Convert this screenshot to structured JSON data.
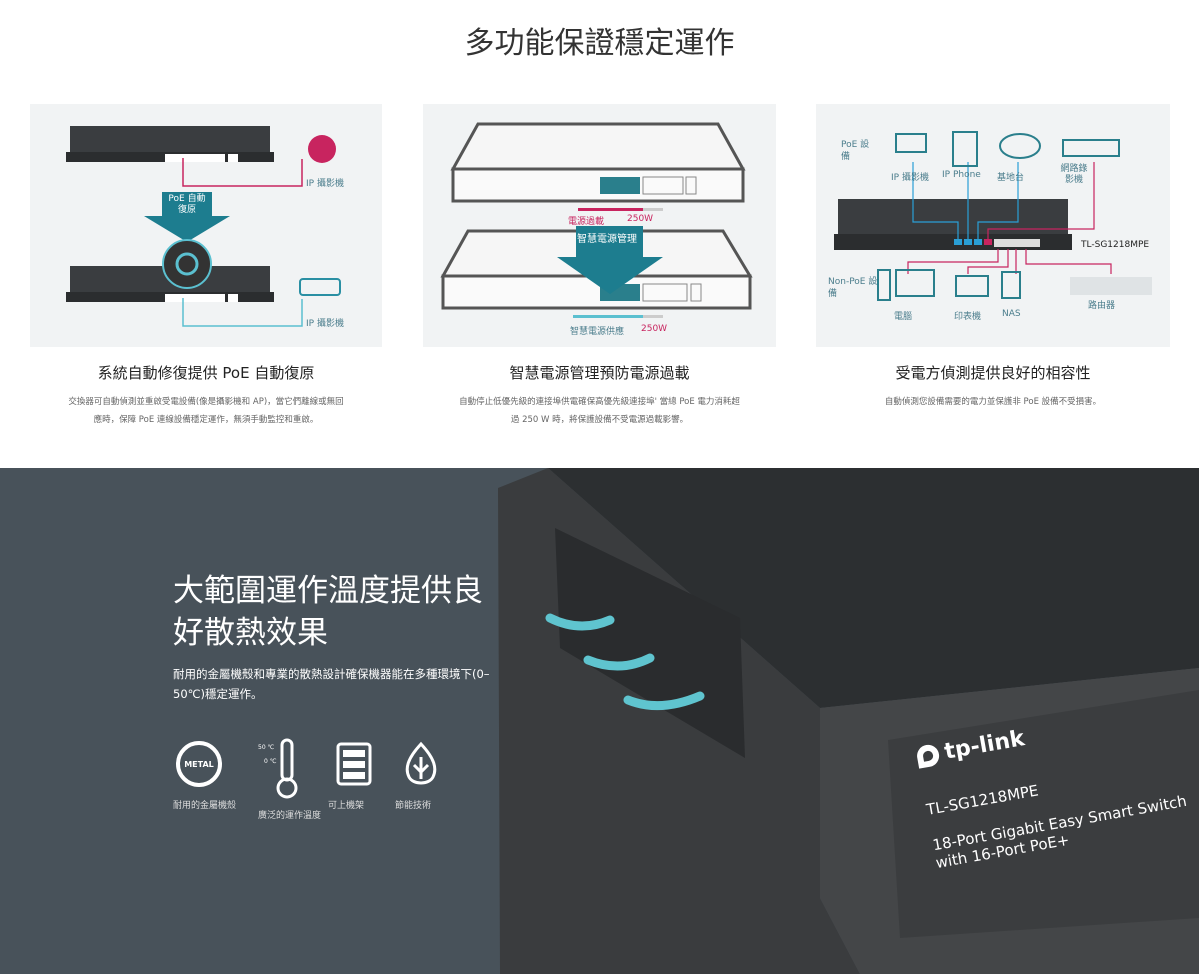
{
  "page_title": "多功能保證穩定運作",
  "panels": [
    {
      "heading": "系統自動修復提供 PoE 自動復原",
      "desc_line1": "交換器可自動偵測並重啟受電設備(像是攝影機和 AP)，當它們離線或無回",
      "desc_line2": "應時，保障 PoE 連線設備穩定運作，無須手動監控和重啟。",
      "label_camera_top": "IP 攝影機",
      "label_camera_bottom": "IP 攝影機",
      "arrow_label": "PoE 自動復原"
    },
    {
      "heading": "智慧電源管理預防電源過載",
      "desc_line1": "自動停止低優先級的連接埠供電確保高優先級連接埠' 當總 PoE 電力消耗超",
      "desc_line2": "過 250 W 時，將保護設備不受電源過載影響。",
      "overload_label": "電源過載",
      "overload_value": "250W",
      "arrow_label": "智慧電源管理",
      "supply_label": "智慧電源供應",
      "supply_value": "250W"
    },
    {
      "heading": "受電方偵測提供良好的相容性",
      "desc": "自動偵測您設備需要的電力並保護非 PoE 設備不受損害。",
      "poe_label": "PoE 設備",
      "devices_poe": [
        "IP 攝影機",
        "IP Phone",
        "基地台",
        "網路錄影機"
      ],
      "model": "TL-SG1218MPE",
      "nonpoe_label": "Non-PoE 設備",
      "devices_nonpoe": [
        "電腦",
        "印表機",
        "NAS",
        "路由器"
      ]
    }
  ],
  "thermal": {
    "heading": "大範圍運作溫度提供良好散熱效果",
    "desc": "耐用的金屬機殼和專業的散熱設計確保機器能在多種環境下(0–50℃)穩定運作。",
    "features": [
      {
        "icon": "metal-icon",
        "badge": "METAL",
        "label": "耐用的金屬機殼"
      },
      {
        "icon": "thermometer-icon",
        "t_high": "50 ℃",
        "t_low": "0 ℃",
        "label": "廣泛的運作溫度"
      },
      {
        "icon": "rack-icon",
        "label": "可上機架"
      },
      {
        "icon": "leaf-icon",
        "label": "節能技術"
      }
    ]
  },
  "product": {
    "brand": "tp-link",
    "model": "TL-SG1218MPE",
    "line1": "18-Port Gigabit Easy Smart Switch",
    "line2": "with 16-Port PoE+"
  },
  "colors": {
    "accent": "#2a8fa3",
    "pink": "#c8245f",
    "dark_bg": "#48525a"
  }
}
